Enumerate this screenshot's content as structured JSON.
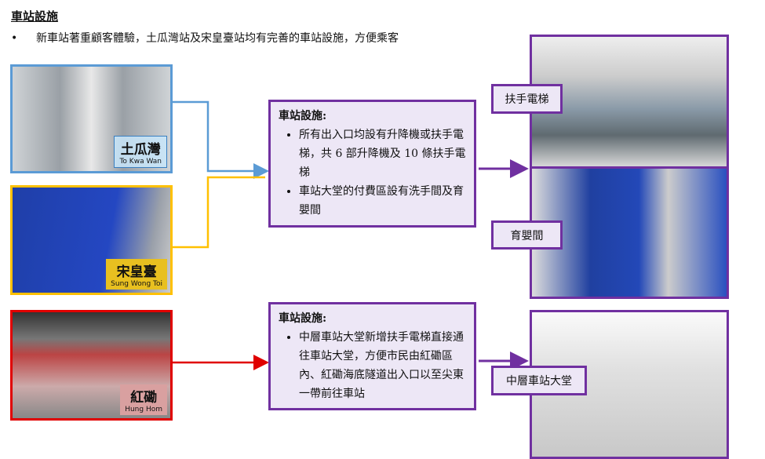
{
  "title": "車站設施",
  "intro": "新車站著重顧客體驗，土瓜灣站及宋皇臺站均有完善的車站設施，方便乘客",
  "stations": [
    {
      "zh": "土瓜灣",
      "en": "To Kwa Wan",
      "color": "#5b9bd5"
    },
    {
      "zh": "宋皇臺",
      "en": "Sung Wong Toi",
      "color": "#ffc000"
    },
    {
      "zh": "紅磡",
      "en": "Hung Hom",
      "color": "#e00000"
    }
  ],
  "box1": {
    "heading": "車站設施:",
    "items": [
      "所有出入口均設有升降機或扶手電梯，共 6 部升降機及 10 條扶手電梯",
      "車站大堂的付費區設有洗手間及育嬰間"
    ]
  },
  "box2": {
    "heading": "車站設施:",
    "items": [
      "中層車站大堂新增扶手電梯直接通往車站大堂，方便市民由紅磡區內、紅磡海底隧道出入口以至尖東一帶前往車站"
    ]
  },
  "labels": {
    "escalator": "扶手電梯",
    "baby_room": "育嬰間",
    "concourse": "中層車站大堂"
  },
  "accent": "#7030a0"
}
